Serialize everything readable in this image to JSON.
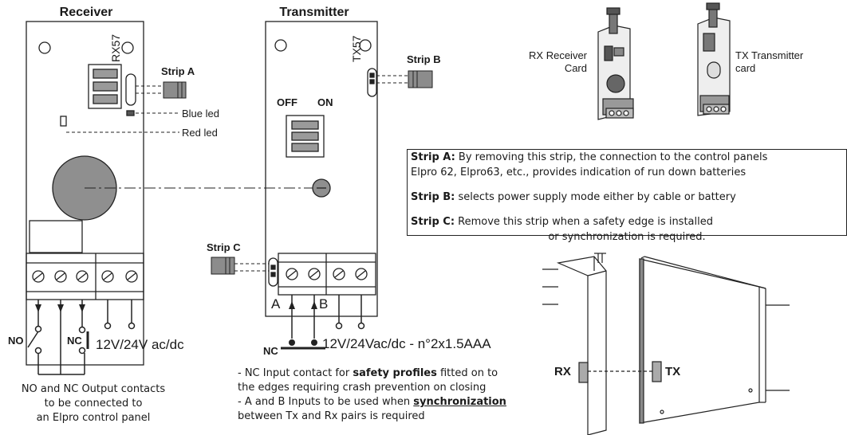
{
  "receiver": {
    "title": "Receiver",
    "model": "RX57",
    "strip_a_label": "Strip A",
    "blue_led_label": "Blue led",
    "red_led_label": "Red led",
    "no_label": "NO",
    "nc_label": "NC",
    "power_label": "12V/24V ac/dc",
    "caption": [
      "NO and NC Output contacts",
      "to be connected to",
      "an Elpro control panel"
    ]
  },
  "transmitter": {
    "title": "Transmitter",
    "model": "TX57",
    "strip_b_label": "Strip B",
    "off_label": "OFF",
    "on_label": "ON",
    "strip_c_label": "Strip C",
    "a_label": "A",
    "b_label": "B",
    "nc_label": "NC",
    "power_label": "12V/24Vac/dc - n°2x1.5AAA"
  },
  "cards": {
    "rx_label": [
      "RX Receiver",
      "Card"
    ],
    "tx_label": [
      "TX Transmitter",
      "card"
    ]
  },
  "notes": {
    "strip_a_key": "Strip A:",
    "strip_a_text_1": " By removing this strip, the connection to the control panels",
    "strip_a_text_2": "Elpro 62, Elpro63, etc., provides indication of run down batteries",
    "strip_b_key": "Strip B:",
    "strip_b_text": " selects power supply mode either by cable or battery",
    "strip_c_key": "Strip C:",
    "strip_c_text_1": " Remove this strip when a safety edge is installed",
    "strip_c_text_2": "or synchronization is required."
  },
  "nc_info": {
    "l1a": "- NC Input contact for ",
    "l1b": "safety profiles",
    "l1c": " fitted on to",
    "l2": "the edges requiring crash prevention on closing",
    "l3a": "- A and B Inputs to be used when ",
    "l3b": "synchronization",
    "l4": "between Tx and Rx pairs is required"
  },
  "install": {
    "rx": "RX",
    "tx": "TX"
  }
}
